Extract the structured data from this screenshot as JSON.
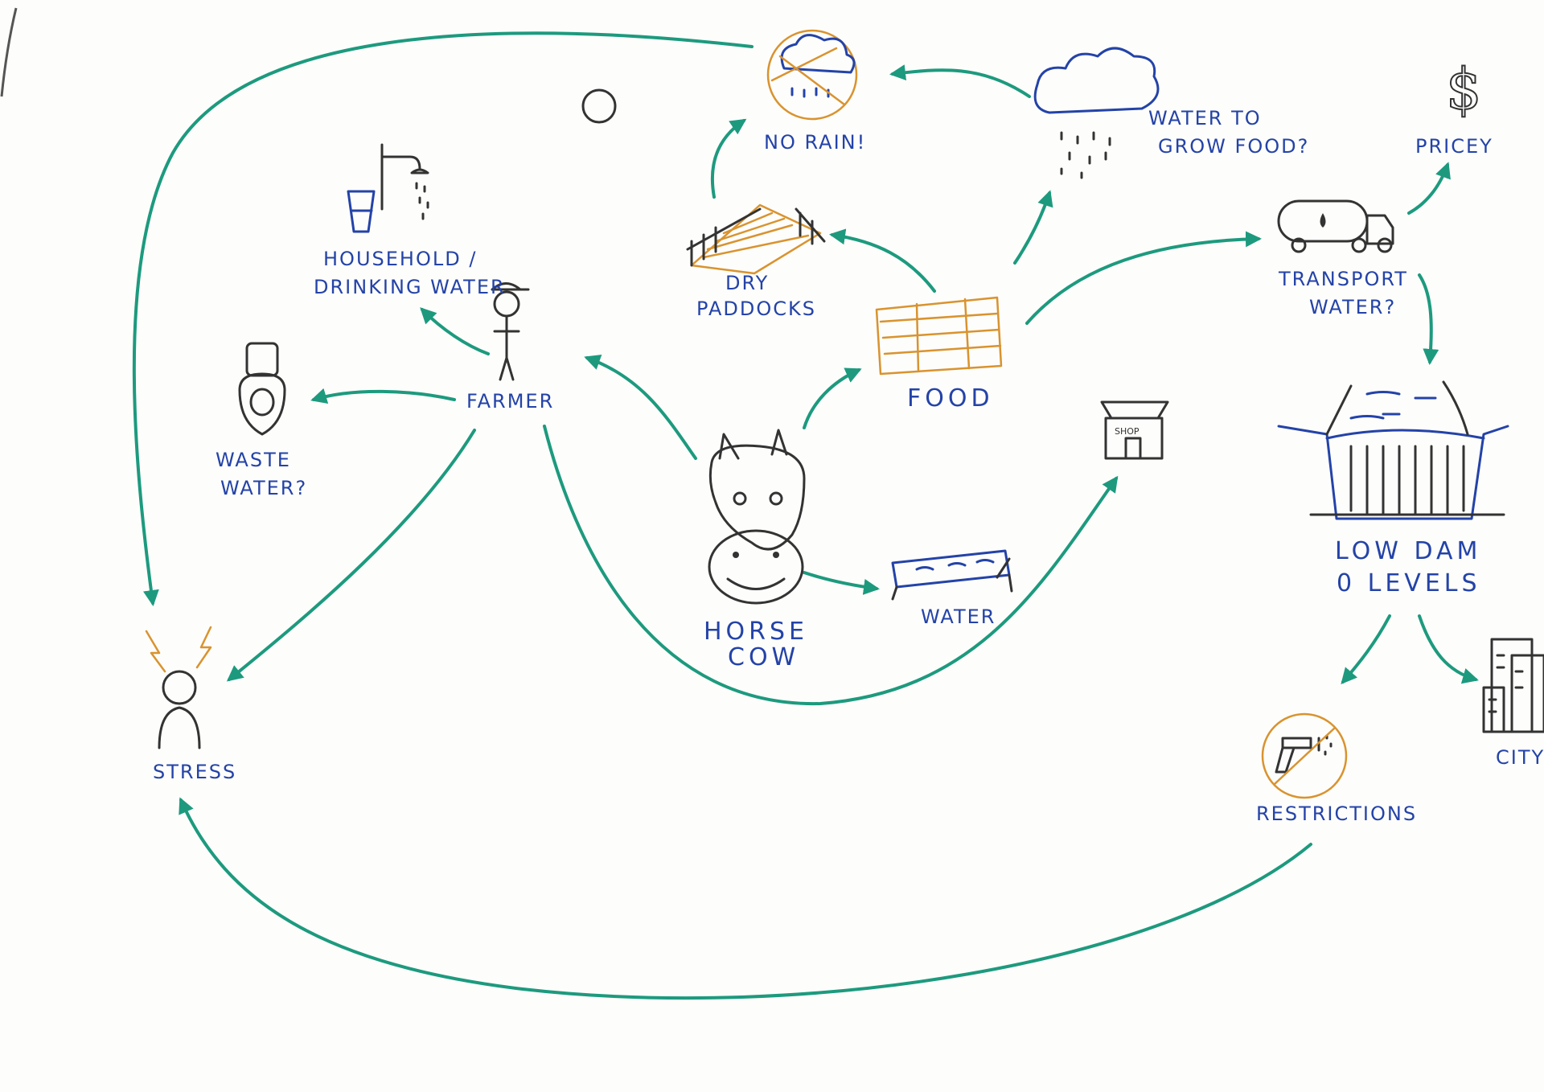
{
  "colors": {
    "ink": "#333333",
    "label": "#2443a8",
    "arrow": "#1d9a7e",
    "accent": "#d9932f",
    "paper": "#fdfdfb"
  },
  "nodes": {
    "no_rain": "NO RAIN!",
    "water_to_grow_food": [
      "WATER TO",
      "GROW FOOD?"
    ],
    "pricey": "PRICEY",
    "price_symbol": "$",
    "household_water": [
      "HOUSEHOLD /",
      "DRINKING WATER"
    ],
    "dry_paddocks": [
      "DRY",
      "PADDOCKS"
    ],
    "food": "FOOD",
    "transport_water": [
      "TRANSPORT",
      "WATER?"
    ],
    "farmer": "FARMER",
    "waste_water": [
      "WASTE",
      "WATER?"
    ],
    "shop": "SHOP",
    "low_dam_levels": [
      "LOW DAM",
      "0 LEVELS"
    ],
    "horse_cow": [
      "HORSE",
      "COW"
    ],
    "water": "WATER",
    "stress": "STRESS",
    "restrictions": "RESTRICTIONS",
    "city": "CITY"
  }
}
